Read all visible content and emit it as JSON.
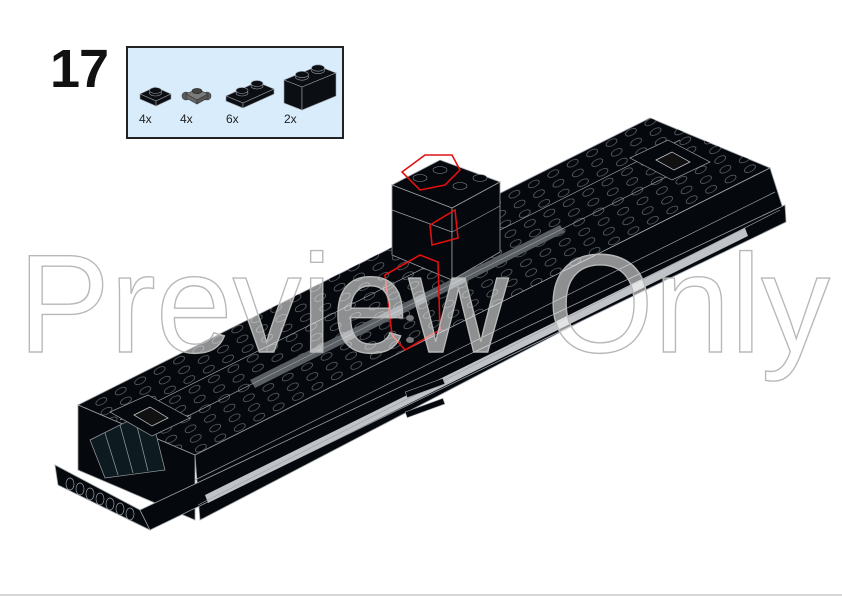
{
  "page": {
    "step_number": "17",
    "watermark": "Preview Only"
  },
  "parts_list": {
    "items": [
      {
        "name": "plate-1x1",
        "icon": "plate-1x1-icon",
        "color": "#0b0f14",
        "quantity": "4x"
      },
      {
        "name": "plate-1x1-with-clips",
        "icon": "plate-clip-icon",
        "color": "#6b6b6b",
        "quantity": "4x"
      },
      {
        "name": "plate-1x2",
        "icon": "plate-1x2-icon",
        "color": "#0b0f14",
        "quantity": "6x"
      },
      {
        "name": "brick-1x2",
        "icon": "brick-1x2-icon",
        "color": "#0b0f14",
        "quantity": "2x"
      }
    ],
    "background": "#d8ecfb"
  },
  "colors": {
    "model_black": "#05080c",
    "edge_highlight": "#9aa0a6",
    "new_part_outline": "#e01010",
    "light_gray_part": "#bfc3c7"
  }
}
